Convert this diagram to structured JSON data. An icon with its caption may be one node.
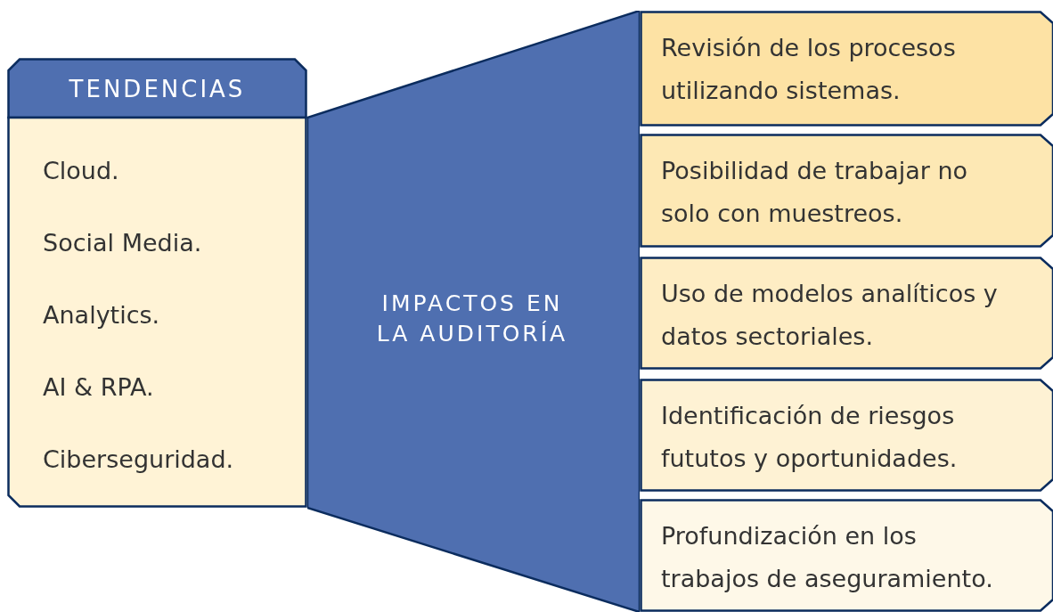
{
  "diagram": {
    "nodes": [
      {
        "text": [
          "TENDENCIAS",
          "Cloud.",
          "Social Media.",
          "Analytics.",
          "AI & RPA.",
          "Ciberseguridad."
        ]
      },
      {
        "text": [
          "IMPACTOS EN LA AUDITORÍA"
        ]
      },
      {
        "text": [
          "Revisión de los procesos utilizando sistemas."
        ]
      },
      {
        "text": [
          "Posibilidad de trabajar no solo con muestreos."
        ]
      },
      {
        "text": [
          "Uso de modelos analíticos y datos sectoriales."
        ]
      },
      {
        "text": [
          "Identificación de riesgos fututos y oportunidades."
        ]
      },
      {
        "text": [
          "Profundización en los trabajos de aseguramiento."
        ]
      }
    ]
  }
}
